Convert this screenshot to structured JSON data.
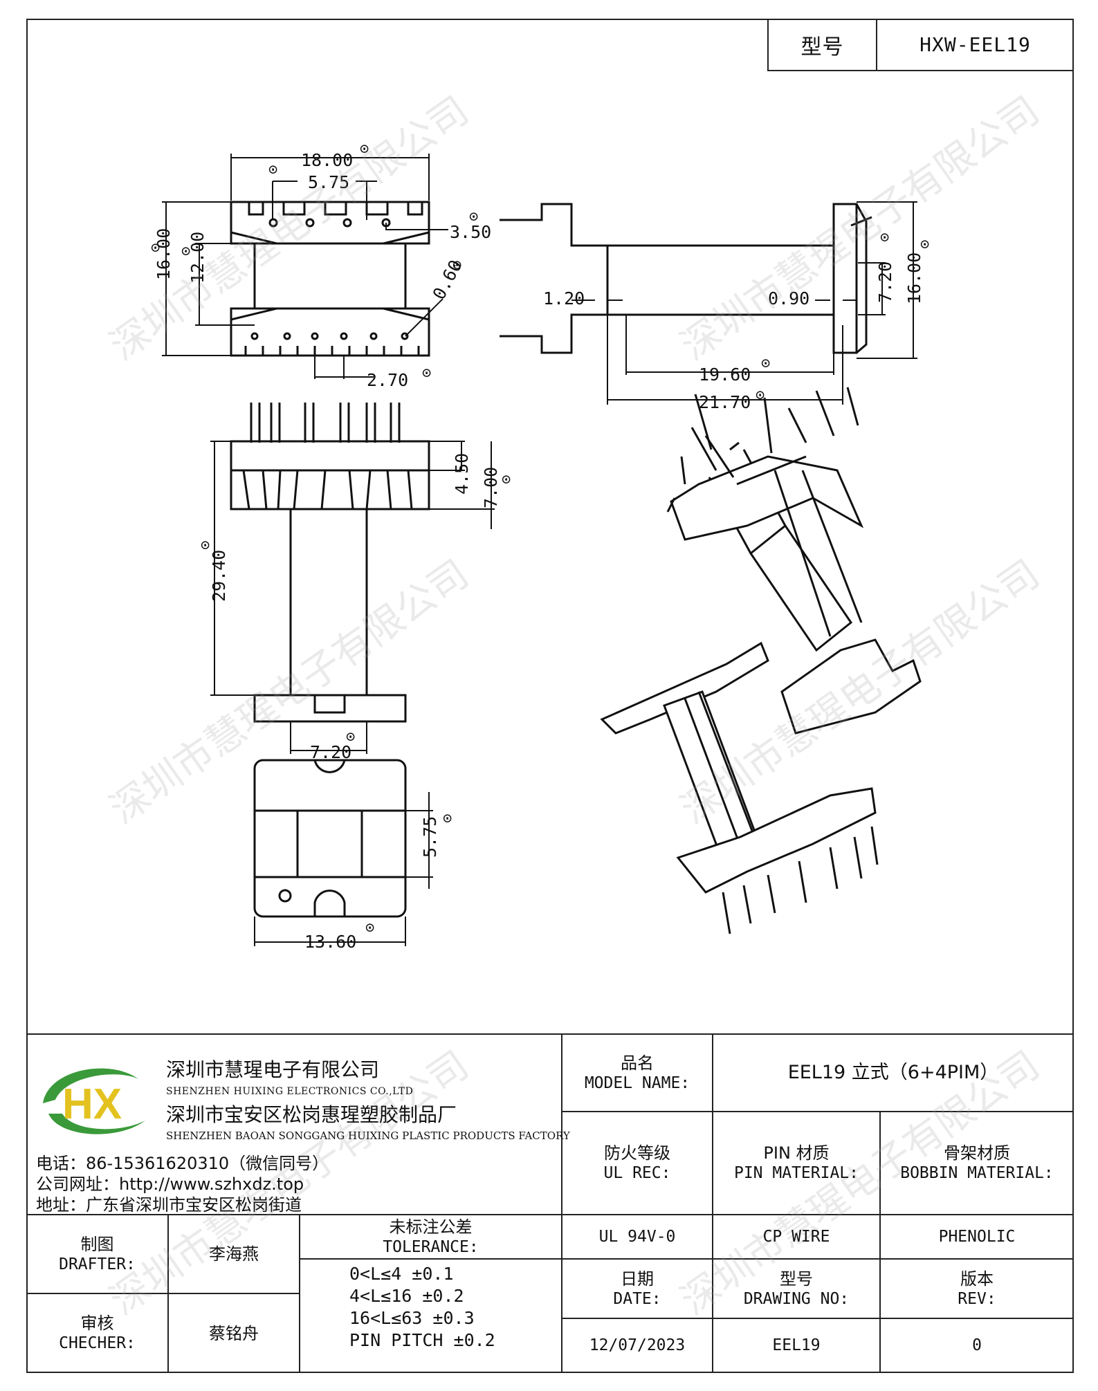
{
  "header": {
    "type_label": "型号",
    "type_value": "HXW-EEL19"
  },
  "watermark": "深圳市慧瑆电子有限公司",
  "dimensions": {
    "top_width": "18.00",
    "top_pin_gap": "5.75",
    "top_height_outer": "16.00",
    "top_height_inner": "12.00",
    "pin_offset": "3.50",
    "pin_dia": "0.60",
    "pin_pitch": "2.70",
    "side_flange": "1.20",
    "side_gap": "0.90",
    "side_inner_height": "7.20",
    "side_outer_height": "16.00",
    "side_inner_length": "19.60",
    "side_total_length": "21.70",
    "front_flange_small": "4.50",
    "front_flange_large": "7.00",
    "front_height": "29.40",
    "front_core_width": "7.20",
    "bottom_window": "5.75",
    "bottom_width": "13.60"
  },
  "company": {
    "logo_text": "HX",
    "name_cn": "深圳市慧瑆电子有限公司",
    "name_en": "SHENZHEN HUIXING ELECTRONICS CO.,LTD",
    "factory_cn": "深圳市宝安区松岗惠瑆塑胶制品厂",
    "factory_en": "SHENZHEN BAOAN SONGGANG HUIXING PLASTIC PRODUCTS FACTORY",
    "phone": "电话：86-15361620310（微信同号）",
    "website": "公司网址：http://www.szhxdz.top",
    "address": "地址：广东省深圳市宝安区松岗街道"
  },
  "title_block": {
    "model_name_cn": "品名",
    "model_name_en": "MODEL NAME:",
    "model_name_value": "EEL19 立式（6+4PIM）",
    "ul_cn": "防火等级",
    "ul_en": "UL REC:",
    "pin_mat_cn": "PIN 材质",
    "pin_mat_en": "PIN MATERIAL:",
    "bobbin_mat_cn": "骨架材质",
    "bobbin_mat_en": "BOBBIN MATERIAL:",
    "ul_value": "UL 94V-0",
    "pin_mat_value": "CP WIRE",
    "bobbin_mat_value": "PHENOLIC",
    "drafter_cn": "制图",
    "drafter_en": "DRAFTER:",
    "drafter_value": "李海燕",
    "tolerance_cn": "未标注公差",
    "tolerance_en": "TOLERANCE:",
    "tolerance_lines": [
      "0<L≤4   ±0.1",
      "4<L≤16  ±0.2",
      "16<L≤63 ±0.3",
      "PIN PITCH ±0.2"
    ],
    "checker_cn": "审核",
    "checker_en": "CHECHER:",
    "checker_value": "蔡铭舟",
    "date_cn": "日期",
    "date_en": "DATE:",
    "date_value": "12/07/2023",
    "drawing_cn": "型号",
    "drawing_en": "DRAWING NO:",
    "drawing_value": "EEL19",
    "rev_cn": "版本",
    "rev_en": "REV:",
    "rev_value": "0"
  },
  "colors": {
    "logo_green": "#3a9a3a",
    "logo_yellow": "#e3c21f",
    "line": "#111111"
  }
}
